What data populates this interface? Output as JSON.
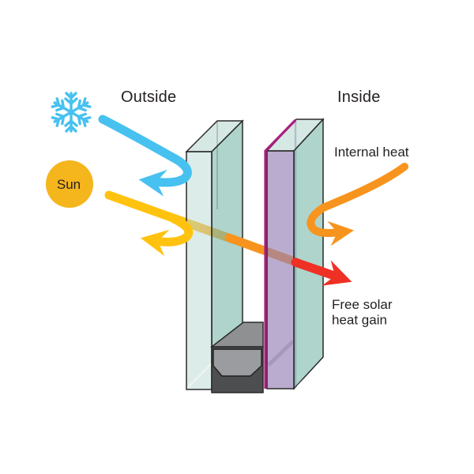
{
  "diagram": {
    "labels": {
      "outside": "Outside",
      "inside": "Inside",
      "sun": "Sun",
      "internal_heat": "Internal heat",
      "free_solar_line1": "Free solar",
      "free_solar_line2": "heat gain"
    },
    "icons": {
      "snowflake": "snowflake-icon",
      "sun": "sun-icon"
    },
    "colors": {
      "text": "#231F20",
      "cold_blue": "#47C1F0",
      "sun_fill": "#F5B51D",
      "ray_yellow": "#FFC30F",
      "heat_orange": "#F7941E",
      "solar_red": "#EE3124",
      "coating_magenta": "#AB1D80",
      "glass_teal_light": "#D7E8E3",
      "glass_teal_side": "#A2D1C8",
      "glass_purple": "#B5A6CB",
      "spacer_top_gray": "#8E9092",
      "spacer_front_gray": "#4C4E50",
      "spacer_profile_gray": "#9A9C9F",
      "outline": "#2B2A29"
    },
    "arrows": [
      {
        "name": "cold-air-arrow",
        "color": "#47C1F0"
      },
      {
        "name": "sun-ray-arrow",
        "color_start": "#FFC30F",
        "color_mid": "#F7941E",
        "color_end": "#EE3124"
      },
      {
        "name": "reflected-sun-arrow",
        "color": "#FFC30F"
      },
      {
        "name": "internal-heat-arrow",
        "color": "#F7941E"
      },
      {
        "name": "solar-gain-arrow",
        "color": "#EE3124"
      }
    ]
  }
}
